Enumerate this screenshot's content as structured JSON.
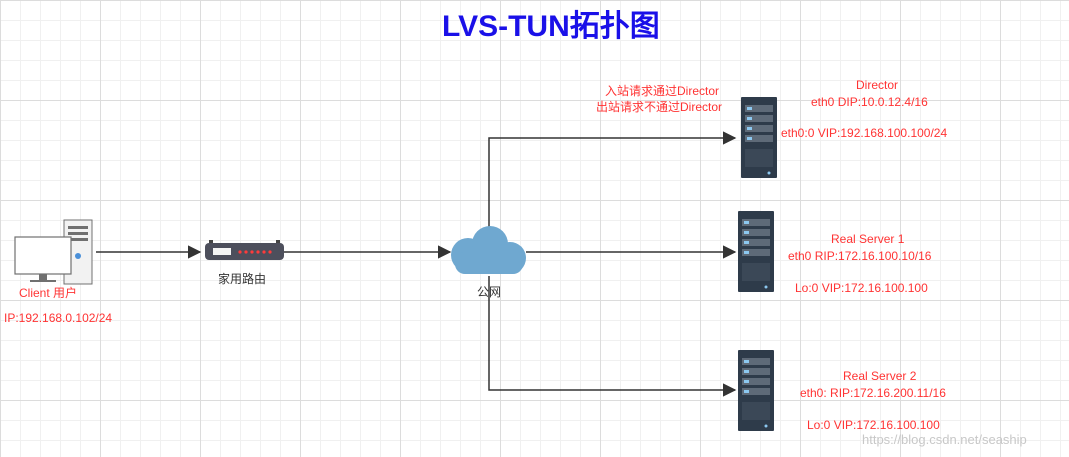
{
  "title": "LVS-TUN拓扑图",
  "client": {
    "label": "Client 用户",
    "ip": "IP:192.168.0.102/24"
  },
  "router": {
    "label": "家用路由"
  },
  "internet": {
    "label": "公网"
  },
  "flow_note": {
    "line1": "入站请求通过Director",
    "line2": "出站请求不通过Director"
  },
  "director": {
    "name": "Director",
    "dip": "eth0   DIP:10.0.12.4/16",
    "vip": "eth0:0    VIP:192.168.100.100/24"
  },
  "rs1": {
    "name": "Real Server 1",
    "rip": "eth0    RIP:172.16.100.10/16",
    "vip": "Lo:0    VIP:172.16.100.100"
  },
  "rs2": {
    "name": "Real Server 2",
    "rip": "eth0:   RIP:172.16.200.11/16",
    "vip": "Lo:0    VIP:172.16.100.100"
  },
  "watermark": "https://blog.csdn.net/seaship",
  "colors": {
    "title": "#1a10e8",
    "label_red": "#ff3333",
    "cloud": "#6fa8d0",
    "server": "#2e3b4a",
    "arrow": "#333333"
  }
}
